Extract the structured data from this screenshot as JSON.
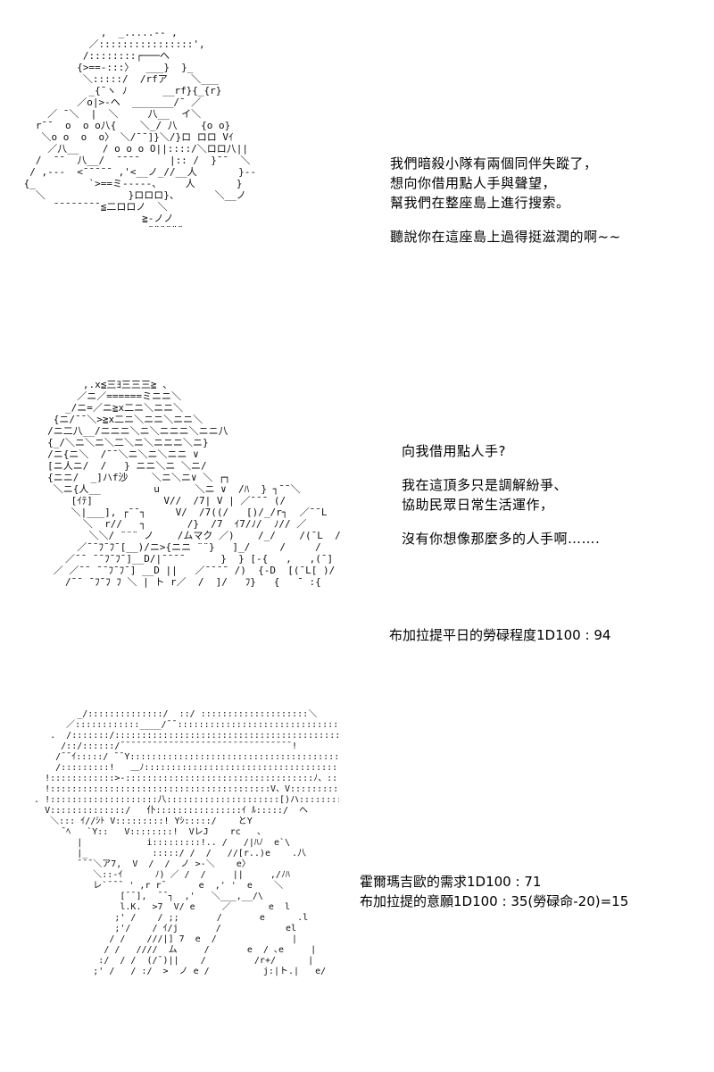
{
  "panel1": {
    "lines": [
      "我們暗殺小隊有兩個同伴失蹤了，",
      "想向你借用點人手與聲望，",
      "幫我們在整座島上進行搜索。",
      "",
      "聽說你在這座島上過得挺滋潤的啊~~"
    ]
  },
  "panel2": {
    "lines": [
      "向我借用點人手?",
      "",
      "我在這頂多只是調解紛爭、",
      "協助民眾日常生活運作，",
      "",
      "沒有你想像那麼多的人手啊……."
    ],
    "roll": "布加拉提平日的勞碌程度1D100 : 94"
  },
  "panel3": {
    "rolls": [
      "霍爾瑪吉歐的需求1D100 : 71",
      "布加拉提的意願1D100 : 35(勞碌命-20)=15"
    ]
  }
}
